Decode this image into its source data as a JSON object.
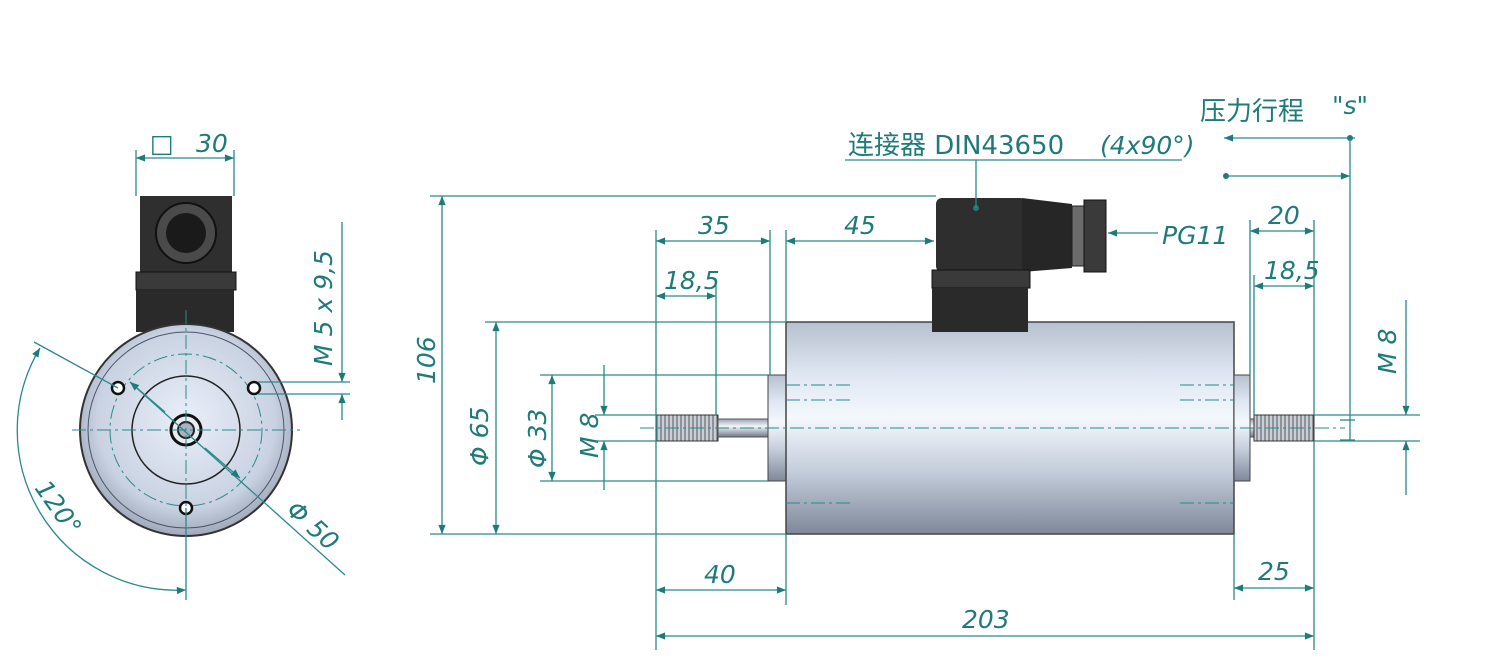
{
  "colors": {
    "dimension": "#1f7a7a",
    "body_light": "#e6edf8",
    "body_dark": "#8e98a8",
    "connector": "#2b2b2b"
  },
  "labels": {
    "connector": "连接器 DIN43650",
    "connector_spec": "(4x90°)",
    "stroke": "压力行程",
    "stroke_symbol": "\"s\"",
    "pg": "PG11"
  },
  "dimensions": {
    "square_symbol": "□",
    "square": "30",
    "m5": "M 5 x 9,5",
    "angle": "120°",
    "d50": "Φ 50",
    "h106": "106",
    "d65": "Φ 65",
    "d33": "Φ 33",
    "m8_left": "M 8",
    "l35": "35",
    "l18_5_left": "18,5",
    "l45": "45",
    "l40": "40",
    "l203": "203",
    "l20": "20",
    "l18_5_right": "18,5",
    "l25": "25",
    "m8_right": "M 8"
  }
}
